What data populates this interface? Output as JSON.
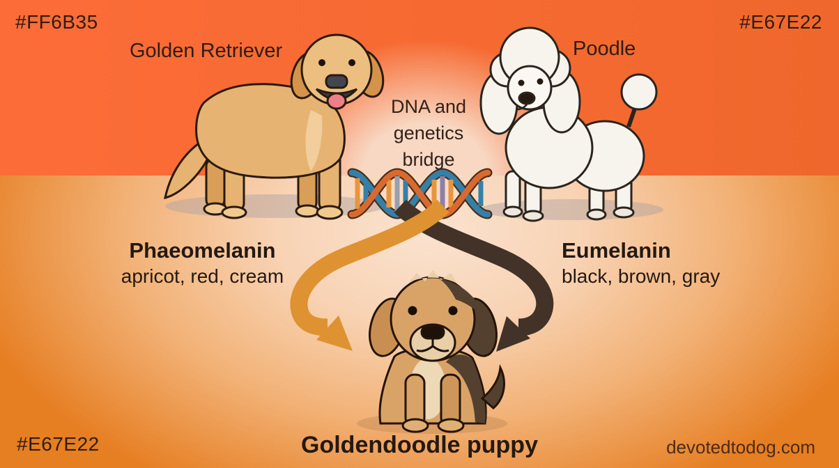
{
  "title": "Goldendoodle coat genetics infographic",
  "swatches": {
    "top_left": "#FF6B35",
    "top_right": "#E67E22",
    "bottom_left": "#E67E22"
  },
  "parents": {
    "left": {
      "label": "Golden Retriever"
    },
    "right": {
      "label": "Poodle"
    }
  },
  "bridge": {
    "label": "DNA and\ngenetics\nbridge"
  },
  "pigments": {
    "phaeomelanin": {
      "title": "Phaeomelanin",
      "colors": "apricot, red, cream",
      "arrow_color": "#DF9231"
    },
    "eumelanin": {
      "title": "Eumelanin",
      "colors": "black, brown, gray",
      "arrow_color": "#423228"
    }
  },
  "dna": {
    "strand_blue": "#3580A8",
    "strand_orange": "#D96A2F",
    "outline": "#4a2e1c"
  },
  "offspring": {
    "label": "Goldendoodle puppy"
  },
  "watermark": "devotedtodog.com"
}
